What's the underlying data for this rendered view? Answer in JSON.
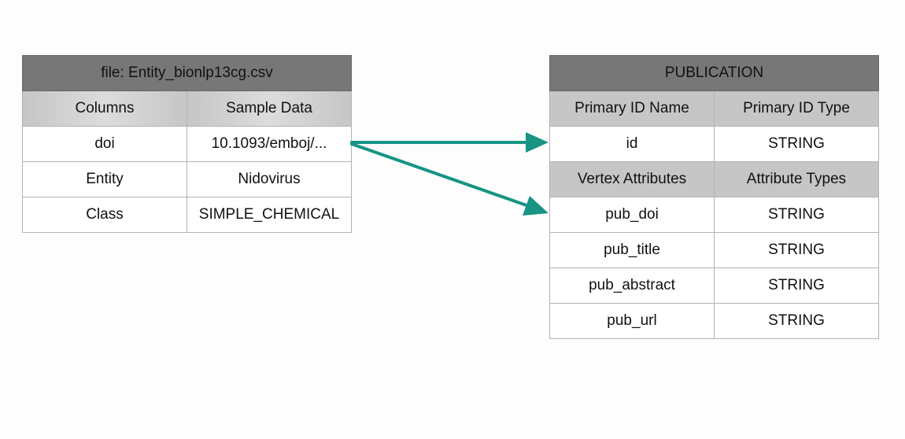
{
  "source_table": {
    "title": "file: Entity_bionlp13cg.csv",
    "headers": [
      "Columns",
      "Sample Data"
    ],
    "rows": [
      [
        "doi",
        "10.1093/emboj/..."
      ],
      [
        "Entity",
        "Nidovirus"
      ],
      [
        "Class",
        "SIMPLE_CHEMICAL"
      ]
    ]
  },
  "target_table": {
    "title": "PUBLICATION",
    "primary_headers": [
      "Primary ID Name",
      "Primary ID Type"
    ],
    "primary_row": [
      "id",
      "STRING"
    ],
    "attribute_headers": [
      "Vertex Attributes",
      "Attribute Types"
    ],
    "attribute_rows": [
      [
        "pub_doi",
        "STRING"
      ],
      [
        "pub_title",
        "STRING"
      ],
      [
        "pub_abstract",
        "STRING"
      ],
      [
        "pub_url",
        "STRING"
      ]
    ]
  },
  "colors": {
    "arrow": "#179484",
    "title_bar": "#777777",
    "header_bar": "#c6c6c6",
    "border": "#b3b3b3"
  }
}
